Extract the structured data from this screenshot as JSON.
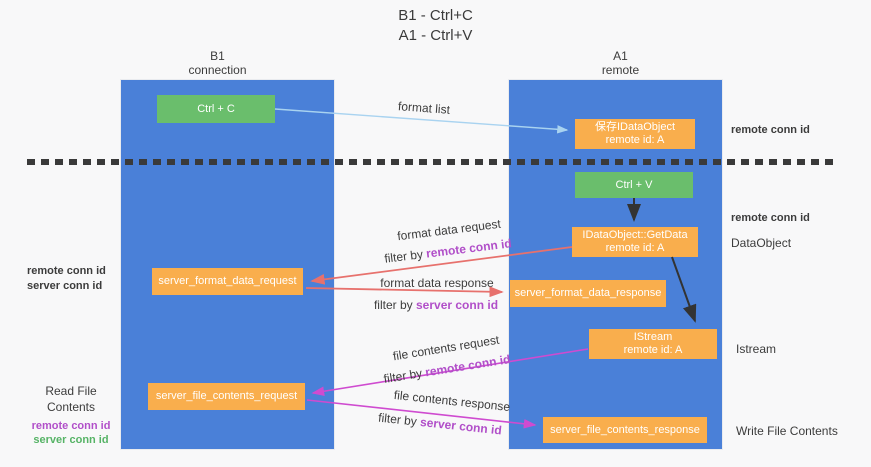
{
  "title": {
    "line1": "B1 - Ctrl+C",
    "line2": "A1 - Ctrl+V"
  },
  "columns": {
    "left": {
      "name": "B1",
      "subtitle": "connection"
    },
    "right": {
      "name": "A1",
      "subtitle": "remote"
    }
  },
  "boxes": {
    "ctrl_c": {
      "label": "Ctrl + C"
    },
    "ctrl_v": {
      "label": "Ctrl + V"
    },
    "save_dataobject": {
      "line1": "保存IDataObject",
      "line2": "remote id: A"
    },
    "getdata": {
      "line1": "IDataObject::GetData",
      "line2": "remote id: A"
    },
    "istream": {
      "line1": "IStream",
      "line2": "remote id: A"
    },
    "server_format_data_request": {
      "label": "server_format_data_request"
    },
    "server_format_data_response": {
      "label": "server_format_data_response"
    },
    "server_file_contents_request": {
      "label": "server_file_contents_request"
    },
    "server_file_contents_response": {
      "label": "server_file_contents_response"
    }
  },
  "flow_labels": {
    "format_list": "format list",
    "format_data_request": "format data request",
    "format_data_response": "format data response",
    "file_contents_request": "file contents request",
    "file_contents_response": "file contents response",
    "filter_by": "filter by",
    "remote_conn_id": "remote conn id",
    "server_conn_id": "server conn id"
  },
  "side_labels": {
    "remote_conn_id": "remote conn id",
    "server_conn_id": "server conn id",
    "dataobject": "DataObject",
    "istream": "Istream",
    "read_file_contents": "Read File Contents",
    "write_file_contents": "Write File Contents"
  },
  "colors": {
    "column_blue": "#4a80d8",
    "box_green": "#6abe6c",
    "box_orange": "#f9ae4d",
    "purple_text": "#b14fc9",
    "green_text": "#56b366",
    "arrow_red": "#e7716d",
    "arrow_magenta": "#cf4bd0",
    "arrow_blue": "#a9d3f0",
    "arrow_black": "#333333"
  }
}
